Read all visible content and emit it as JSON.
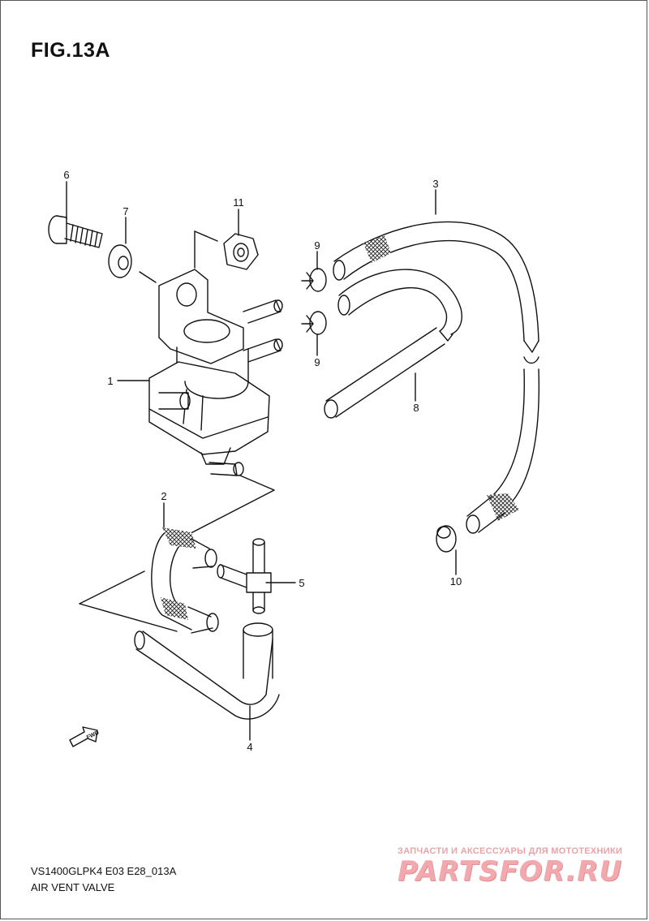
{
  "figure": {
    "title": "FIG.13A",
    "model_code": "VS1400GLPK4 E03 E28_013A",
    "name": "AIR VENT VALVE"
  },
  "callouts": [
    {
      "id": "c1",
      "label": "1"
    },
    {
      "id": "c2",
      "label": "2"
    },
    {
      "id": "c3",
      "label": "3"
    },
    {
      "id": "c4",
      "label": "4"
    },
    {
      "id": "c5",
      "label": "5"
    },
    {
      "id": "c6",
      "label": "6"
    },
    {
      "id": "c7",
      "label": "7"
    },
    {
      "id": "c8",
      "label": "8"
    },
    {
      "id": "c9a",
      "label": "9"
    },
    {
      "id": "c9b",
      "label": "9"
    },
    {
      "id": "c10",
      "label": "10"
    },
    {
      "id": "c11",
      "label": "11"
    }
  ],
  "fwd_label": "FWD",
  "watermark": {
    "tagline": "ЗАПЧАСТИ И АКСЕССУАРЫ ДЛЯ МОТОТЕХНИКИ",
    "logo": "PARTSFOR.RU"
  }
}
